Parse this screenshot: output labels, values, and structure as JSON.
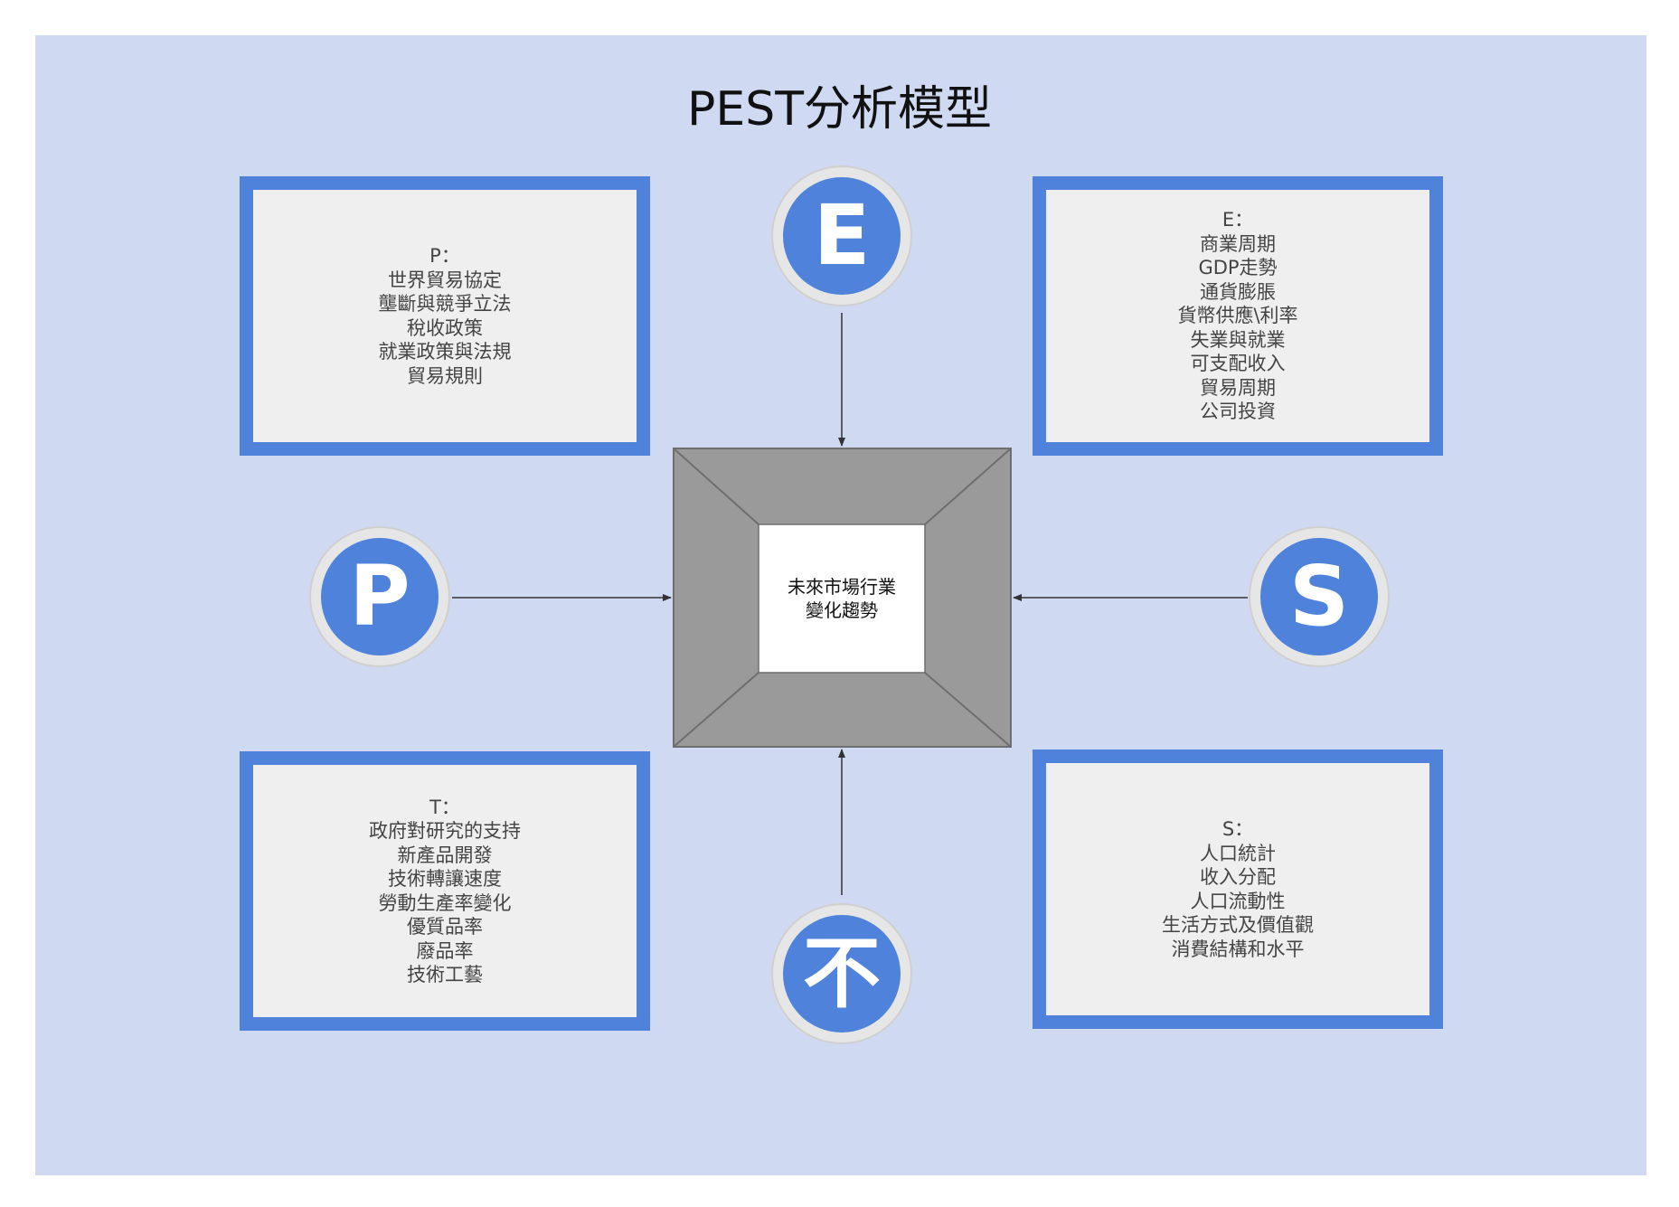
{
  "title": "PEST分析模型",
  "center": {
    "lines": [
      "未來市場行業",
      "變化趨勢"
    ]
  },
  "circles": {
    "p": "P",
    "e": "E",
    "s": "S",
    "t": "不"
  },
  "boxes": {
    "p": {
      "heading": "P：",
      "items": [
        "世界貿易協定",
        "壟斷與競爭立法",
        "稅收政策",
        "就業政策與法規",
        "貿易規則"
      ]
    },
    "e": {
      "heading": "E：",
      "items": [
        "商業周期",
        "GDP走勢",
        "通貨膨脹",
        "貨幣供應\\利率",
        "失業與就業",
        "可支配收入",
        "貿易周期",
        "公司投資"
      ]
    },
    "t": {
      "heading": "T：",
      "items": [
        "政府對研究的支持",
        "新產品開發",
        "技術轉讓速度",
        "勞動生產率變化",
        "優質品率",
        "廢品率",
        "技術工藝"
      ]
    },
    "s": {
      "heading": "S：",
      "items": [
        "人口統計",
        "收入分配",
        "人口流動性",
        "生活方式及價值觀",
        "消費結構和水平"
      ]
    }
  },
  "colors": {
    "accent": "#4e82db",
    "background": "#d0d9f2",
    "pyramid": "#9a9a9a"
  }
}
